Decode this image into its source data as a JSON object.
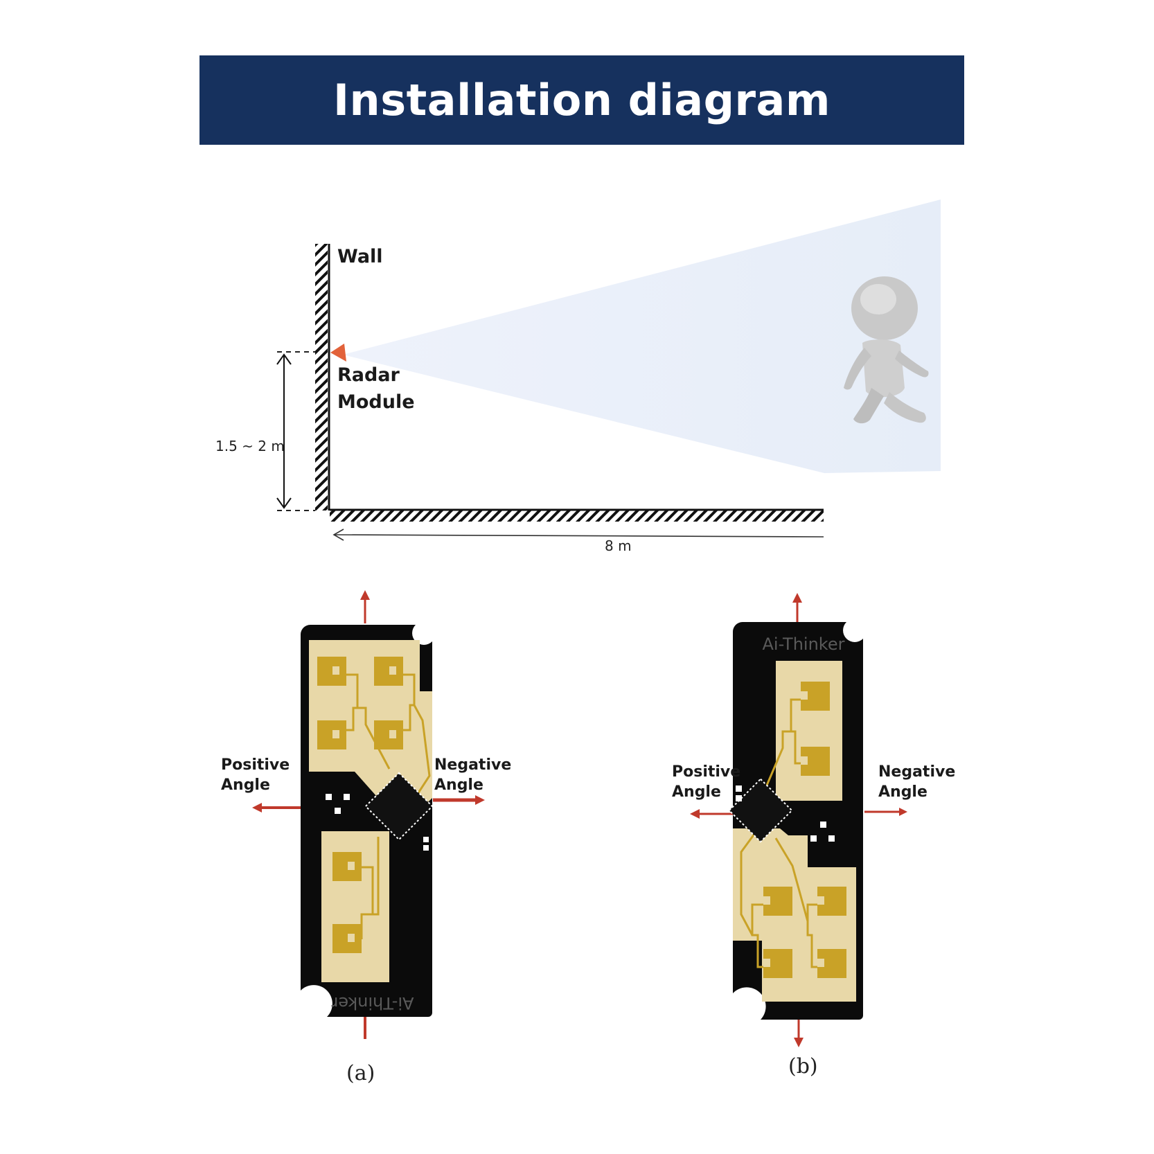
{
  "header": {
    "title": "Installation diagram"
  },
  "scene": {
    "wall_label": "Wall",
    "radar_label_line1": "Radar",
    "radar_label_line2": "Module",
    "height_label": "1.5 ~ 2 m",
    "distance_label": "8 m"
  },
  "board_a": {
    "left_label_line1": "Positive",
    "left_label_line2": "Angle",
    "right_label_line1": "Negative",
    "right_label_line2": "Angle",
    "silkscreen": "Ai-Thinker",
    "caption": "(a)"
  },
  "board_b": {
    "left_label_line1": "Positive",
    "left_label_line2": "Angle",
    "right_label_line1": "Negative",
    "right_label_line2": "Angle",
    "silkscreen": "Ai-Thinker",
    "caption": "(b)"
  },
  "colors": {
    "banner": "#16315e",
    "beam": "#e8eef9",
    "radar": "#e2623a",
    "pcb": "#0b0b0b",
    "pad_area": "#e8d8a8",
    "patch": "#c9a227",
    "arrow": "#c0392b"
  }
}
